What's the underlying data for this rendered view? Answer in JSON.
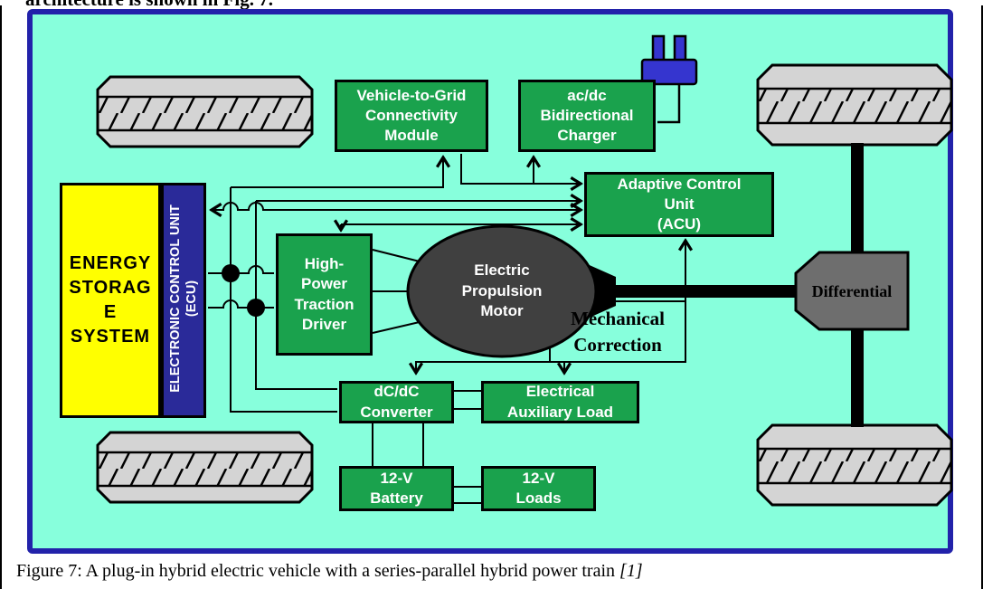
{
  "page": {
    "top_text": "architecture is shown in Fig. 7.",
    "caption": "Figure 7: A plug-in hybrid electric vehicle with a series-parallel hybrid power train ",
    "caption_ref": "[1]"
  },
  "colors": {
    "canvas_bg": "#87FFDC",
    "frame_border": "#2222AA",
    "box_green": "#1AA24D",
    "ess_yellow": "#FFFF00",
    "ecu_navy": "#2A2A99",
    "plug_blue": "#3535CF",
    "motor_gray": "#404040",
    "differential_gray": "#6E6E6E",
    "wheel_gray": "#D4D4D4"
  },
  "icons": {
    "plug": "power-plug-icon",
    "wheel": "wheel-tire-icon"
  },
  "nodes": {
    "v2g": "Vehicle-to-Grid\nConnectivity\nModule",
    "charger": "ac/dc\nBidirectional\nCharger",
    "acu": "Adaptive Control\nUnit\n(ACU)",
    "ess": "ENERGY\nSTORAG\nE\nSYSTEM",
    "ecu": "ELECTRONIC CONTROL UNIT\n(ECU)",
    "traction": "High-\nPower\nTraction\nDriver",
    "motor": "Electric\nPropulsion\nMotor",
    "mechanical": "Mechanical\nCorrection",
    "differential": "Differential",
    "dcdc": "dC/dC\nConverter",
    "auxload": "Electrical\nAuxiliary Load",
    "battery": "12-V\nBattery",
    "loads": "12-V\nLoads"
  }
}
